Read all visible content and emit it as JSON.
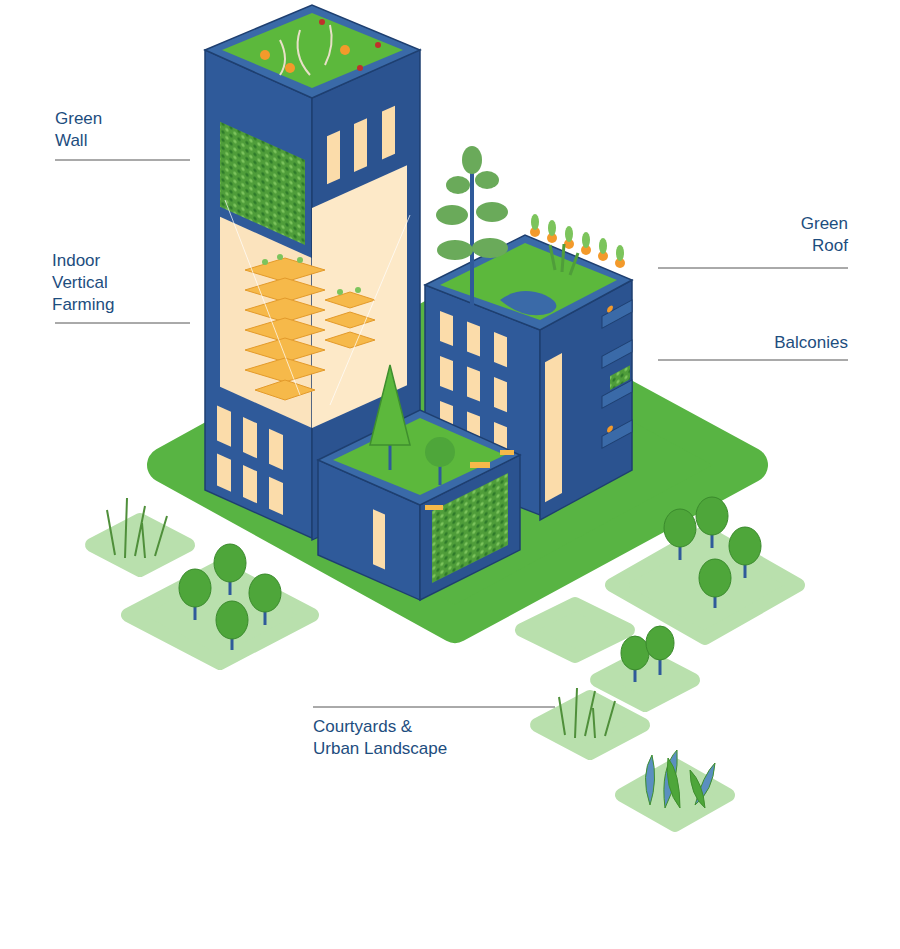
{
  "diagram": {
    "labels": [
      "Green Wall",
      "Indoor Vertical Farming",
      "Green Roof",
      "Balconies",
      "Courtyards & Urban Landscape"
    ]
  }
}
